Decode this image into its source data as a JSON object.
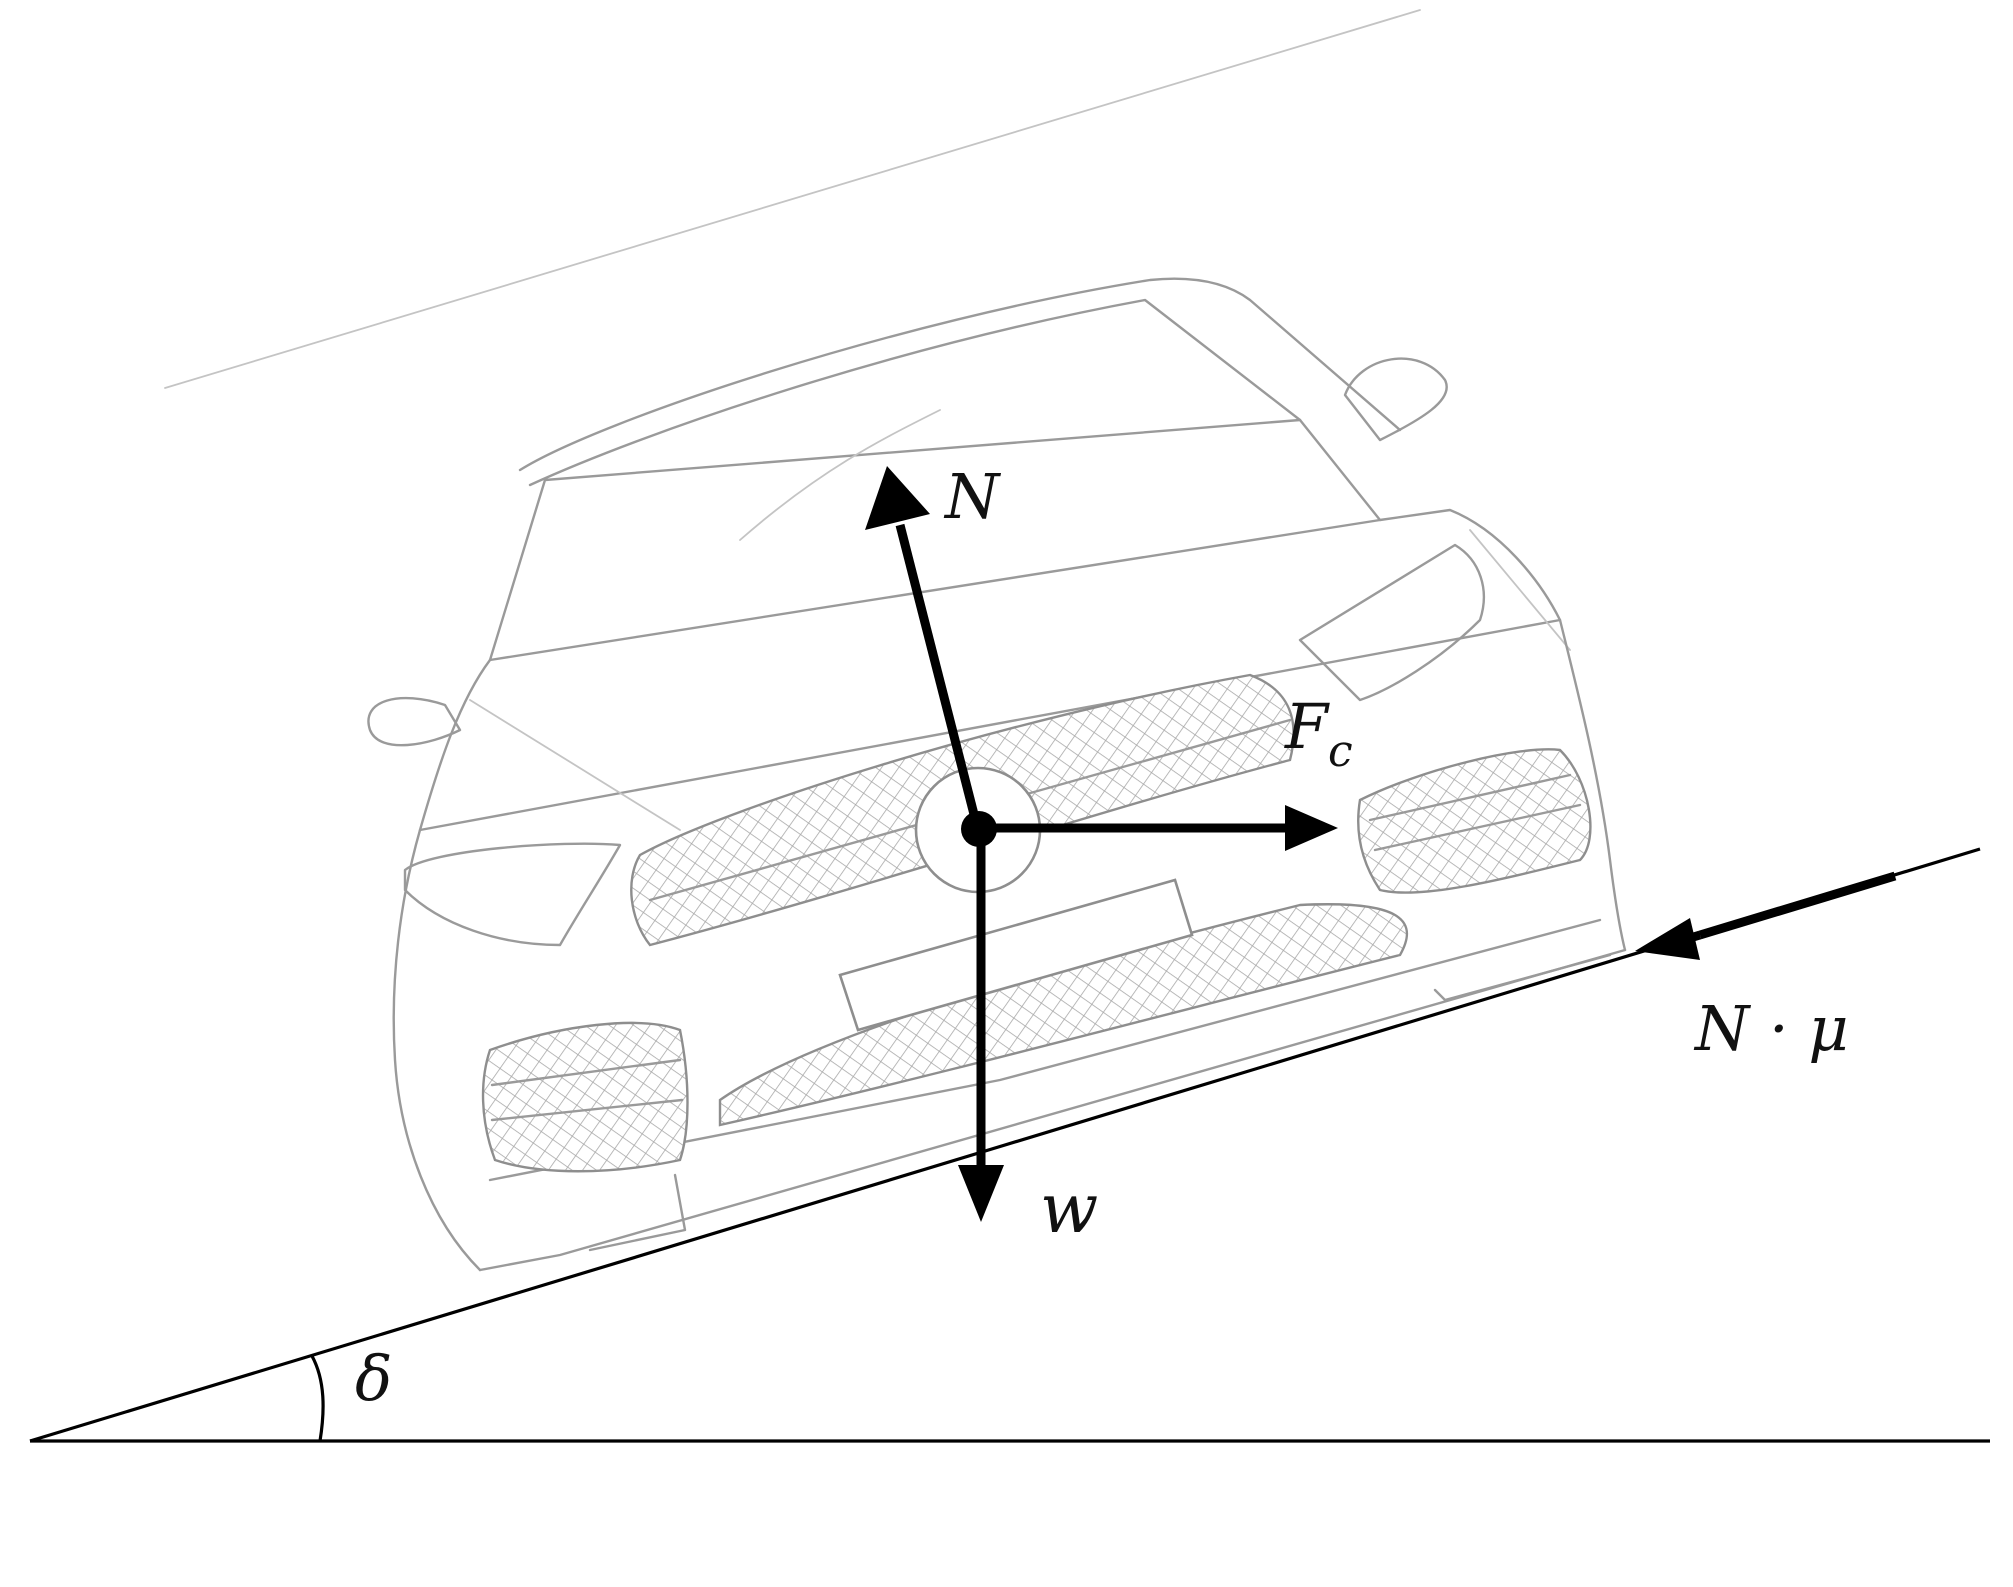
{
  "figure": {
    "labels": {
      "normal_force": "N",
      "centripetal_force": "F",
      "centripetal_subscript": "c",
      "weight": "w",
      "friction": "N · μ",
      "angle": "δ"
    },
    "colors": {
      "background": "#ffffff",
      "lines": "#000000",
      "sketch": "#9a9a9a"
    },
    "car": {
      "style": "pencil sketch, front view"
    }
  }
}
